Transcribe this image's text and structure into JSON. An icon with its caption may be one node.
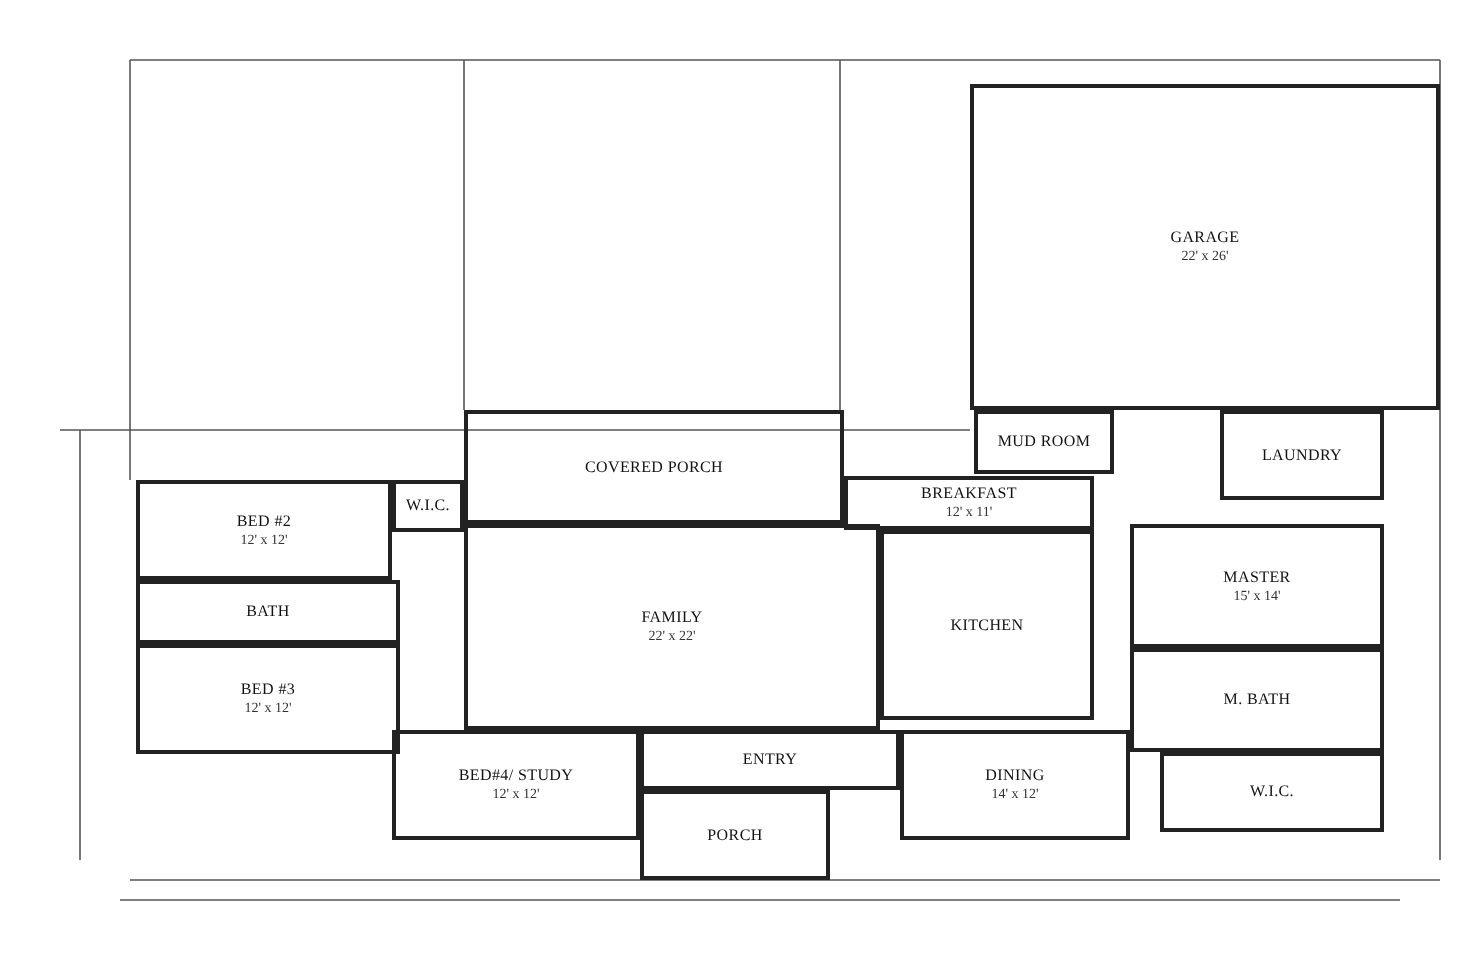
{
  "diagram": {
    "nodes": [
      {
        "text": [
          "GARAGE",
          "22' x 26'"
        ]
      },
      {
        "text": [
          "MUD ROOM"
        ]
      },
      {
        "text": [
          "LAUNDRY"
        ]
      },
      {
        "text": [
          "COVERED PORCH"
        ]
      },
      {
        "text": [
          "BREAKFAST",
          "12' x 11'"
        ]
      },
      {
        "text": [
          "BED #2",
          "12' x 12'"
        ]
      },
      {
        "text": [
          "W.I.C."
        ]
      },
      {
        "text": [
          "BATH"
        ]
      },
      {
        "text": [
          "BED #3",
          "12' x 12'"
        ]
      },
      {
        "text": [
          "FAMILY",
          "22' x 22'"
        ]
      },
      {
        "text": [
          "KITCHEN"
        ]
      },
      {
        "text": [
          "MASTER",
          "15' x 14'"
        ]
      },
      {
        "text": [
          "M. BATH"
        ]
      },
      {
        "text": [
          "BED#4/ STUDY",
          "12' x 12'"
        ]
      },
      {
        "text": [
          "ENTRY"
        ]
      },
      {
        "text": [
          "DINING",
          "14' x 12'"
        ]
      },
      {
        "text": [
          "W.I.C."
        ]
      },
      {
        "text": [
          "PORCH"
        ]
      }
    ]
  }
}
